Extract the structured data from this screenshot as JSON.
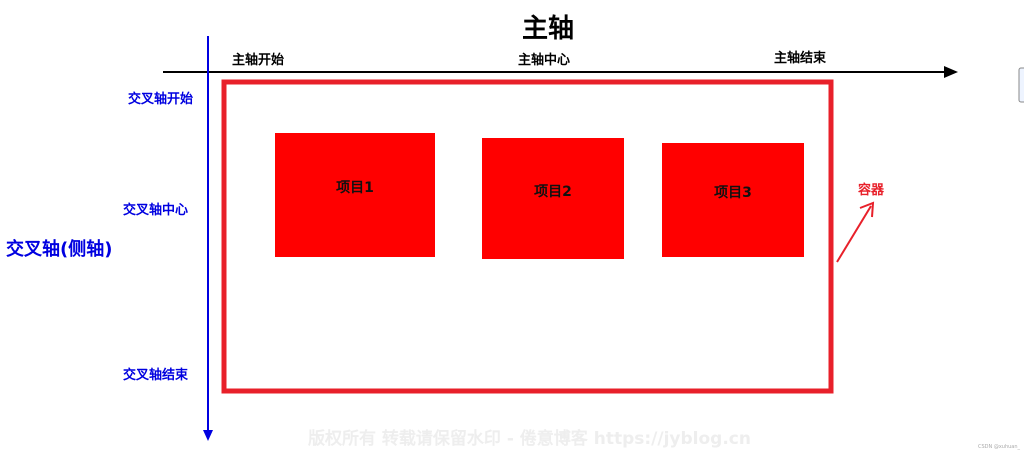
{
  "title": "主轴",
  "main_axis": {
    "start": "主轴开始",
    "center": "主轴中心",
    "end": "主轴结束"
  },
  "cross_axis": {
    "label": "交叉轴(侧轴)",
    "start": "交叉轴开始",
    "center": "交叉轴中心",
    "end": "交叉轴结束"
  },
  "items": [
    "项目1",
    "项目2",
    "项目3"
  ],
  "container_label": "容器",
  "watermark": "版权所有 转载请保留水印 - 倦意博客 https://jyblog.cn",
  "credit": "CSDN @xuhuan_",
  "colors": {
    "red": "#ff0000",
    "border": "#e8202a",
    "blue": "#0000e0"
  }
}
